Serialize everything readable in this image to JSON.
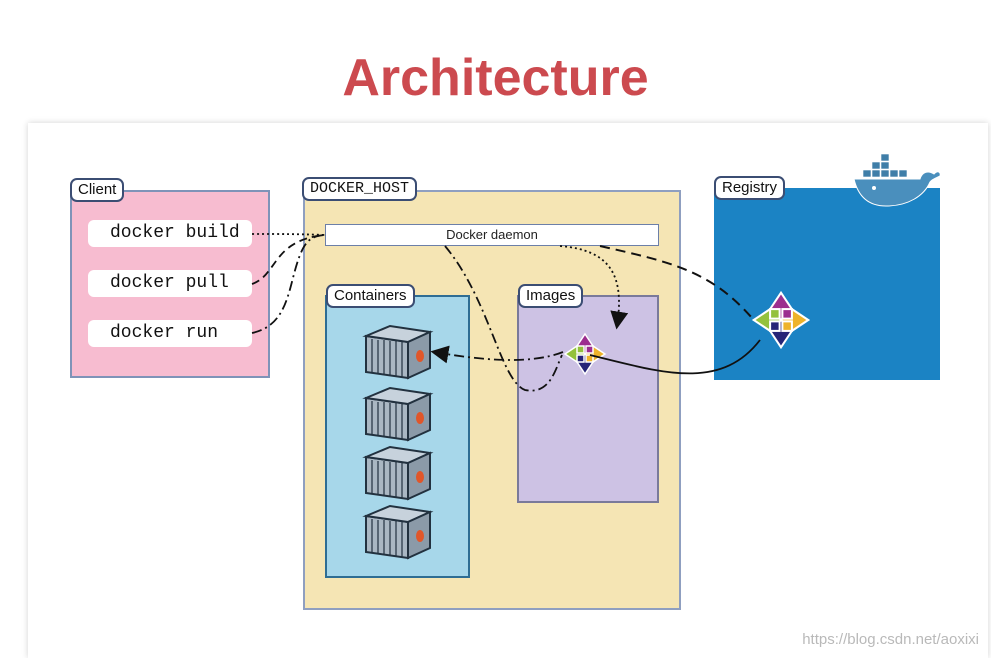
{
  "title": "Architecture",
  "client": {
    "label": "Client",
    "commands": [
      "docker build",
      "docker pull",
      "docker run"
    ]
  },
  "docker_host": {
    "label": "DOCKER_HOST",
    "daemon": "Docker daemon",
    "containers_label": "Containers",
    "images_label": "Images"
  },
  "registry": {
    "label": "Registry"
  },
  "watermark": "https://blog.csdn.net/aoxixi",
  "icons": {
    "container": "shipping-container-icon",
    "image": "centos-logo-icon",
    "registry_logo": "docker-whale-icon"
  },
  "colors": {
    "title": "#cc4a4f",
    "client_bg": "#f7bcd0",
    "host_bg": "#f5e5b4",
    "registry_bg": "#1b83c4",
    "containers_bg": "#a7d7ea",
    "images_bg": "#cdc2e4"
  }
}
